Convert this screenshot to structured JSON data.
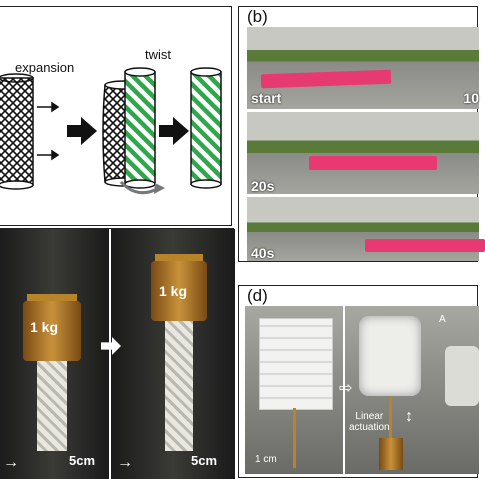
{
  "panel_a": {
    "expansion_label": "expansion",
    "twist_label": "twist"
  },
  "panel_b": {
    "label": "(b)",
    "frames": [
      {
        "time": "start",
        "right_label": "10"
      },
      {
        "time": "20s"
      },
      {
        "time": "40s"
      }
    ]
  },
  "panel_c": {
    "weight_left": "1 kg",
    "weight_right": "1 kg",
    "scale_left": "5cm",
    "scale_right": "5cm"
  },
  "panel_d": {
    "label": "(d)",
    "actuation_label": "Linear\nactuation",
    "scale": "1 cm",
    "corner_letter": "A"
  },
  "colors": {
    "pink": "#e83a72",
    "green": "#2ea64a",
    "gold": "#b8842a"
  }
}
